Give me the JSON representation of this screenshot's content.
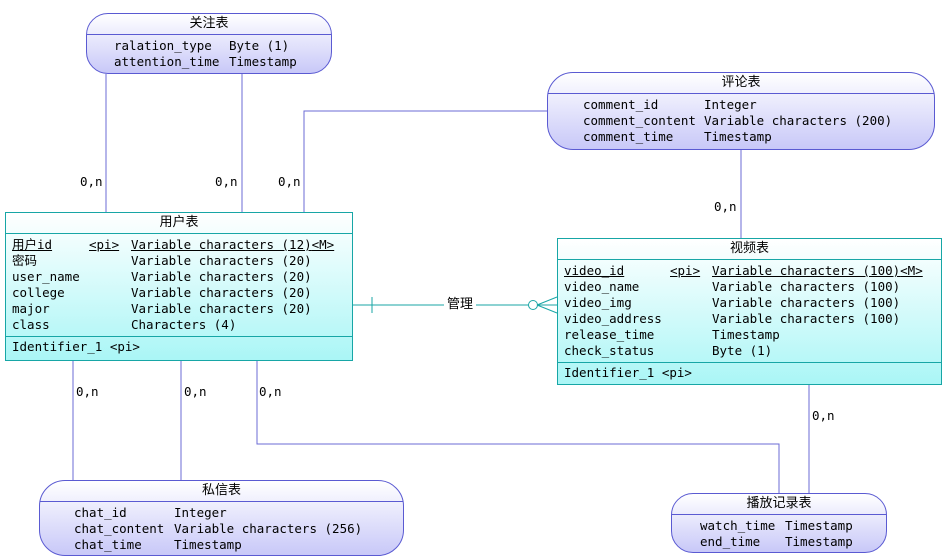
{
  "users": {
    "title": "用户表",
    "attributes": [
      {
        "name": "用户id",
        "pi": "<pi>",
        "type": "Variable characters (12)",
        "m": "<M>"
      },
      {
        "name": "密码",
        "pi": "",
        "type": "Variable characters (20)",
        "m": ""
      },
      {
        "name": "user_name",
        "pi": "",
        "type": "Variable characters (20)",
        "m": ""
      },
      {
        "name": "college",
        "pi": "",
        "type": "Variable characters (20)",
        "m": ""
      },
      {
        "name": "major",
        "pi": "",
        "type": "Variable characters (20)",
        "m": ""
      },
      {
        "name": "class",
        "pi": "",
        "type": "Characters (4)",
        "m": ""
      }
    ],
    "identifier": "Identifier_1 <pi>"
  },
  "videos": {
    "title": "视频表",
    "attributes": [
      {
        "name": "video_id",
        "pi": "<pi>",
        "type": "Variable characters (100)",
        "m": "<M>"
      },
      {
        "name": "video_name",
        "pi": "",
        "type": "Variable characters (100)",
        "m": ""
      },
      {
        "name": "video_img",
        "pi": "",
        "type": "Variable characters (100)",
        "m": ""
      },
      {
        "name": "video_address",
        "pi": "",
        "type": "Variable characters (100)",
        "m": ""
      },
      {
        "name": "release_time",
        "pi": "",
        "type": "Timestamp",
        "m": ""
      },
      {
        "name": "check_status",
        "pi": "",
        "type": "Byte (1)",
        "m": ""
      }
    ],
    "identifier": "Identifier_1 <pi>"
  },
  "follow": {
    "title": "关注表",
    "attributes": [
      {
        "name": "ralation_type",
        "type": "Byte (1)"
      },
      {
        "name": "attention_time",
        "type": "Timestamp"
      }
    ]
  },
  "comments": {
    "title": "评论表",
    "attributes": [
      {
        "name": "comment_id",
        "type": "Integer"
      },
      {
        "name": "comment_content",
        "type": "Variable characters (200)"
      },
      {
        "name": "comment_time",
        "type": "Timestamp"
      }
    ]
  },
  "messages": {
    "title": "私信表",
    "attributes": [
      {
        "name": "chat_id",
        "type": "Integer"
      },
      {
        "name": "chat_content",
        "type": "Variable characters (256)"
      },
      {
        "name": "chat_time",
        "type": "Timestamp"
      }
    ]
  },
  "plays": {
    "title": "播放记录表",
    "attributes": [
      {
        "name": "watch_time",
        "type": "Timestamp"
      },
      {
        "name": "end_time",
        "type": "Timestamp"
      }
    ]
  },
  "relationship": {
    "label": "管理"
  },
  "cardinalities": [
    "0,n",
    "0,n",
    "0,n",
    "0,n",
    "0,n",
    "0,n",
    "0,n",
    "0,n"
  ],
  "colors": {
    "entity_border": "#17a6a6",
    "entity_fill": "#aaf6f6",
    "assoc_border": "#5a5ad2",
    "assoc_fill": "#c8c8f8",
    "wire": "#6b6bd6",
    "rel_line": "#1aa6a6"
  }
}
